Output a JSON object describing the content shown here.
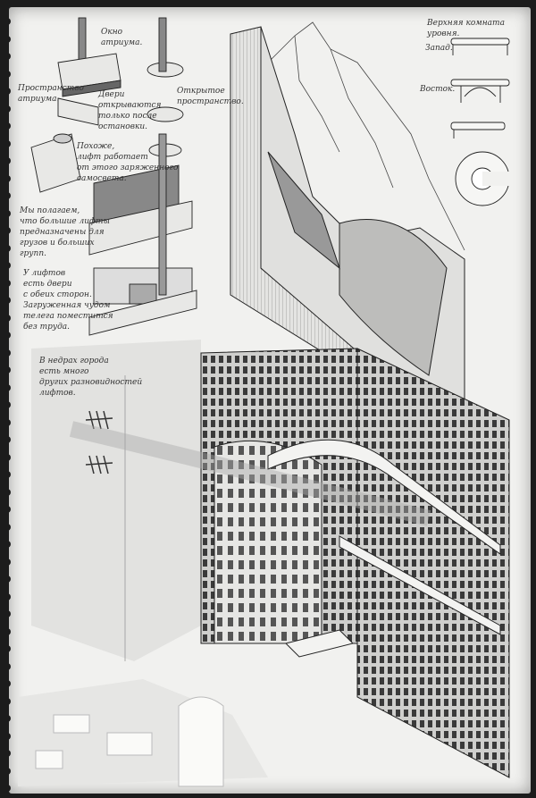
{
  "annotations": {
    "atrium_window": "Окно\nатриума.",
    "atrium_space": "Пространство\nатриума.",
    "doors": "Двери\nоткрываются\nтолько после\nостановки.",
    "open_space": "Открытое\nпространство.",
    "power": "Похоже,\nлифт работает\nот этого заряженного\nсамосвета.",
    "big_lifts": "Мы полагаем,\nчто большие лифты\nпредназначены для\nгрузов и больших\nгрупп.",
    "both_doors": "У лифтов\nесть двери\nс обеих сторон.\nЗагруженная чудом\nтелега поместится\nбез труда.",
    "other_lifts": "В недрах города\nесть много\nдругих разновидностей\nлифтов.",
    "top_room": "Верхняя комната уровня.",
    "west": "Запад.",
    "east": "Восток."
  },
  "colors": {
    "paper": "#f1f1ef",
    "ink": "#222222",
    "border": "#1c1c1c"
  }
}
